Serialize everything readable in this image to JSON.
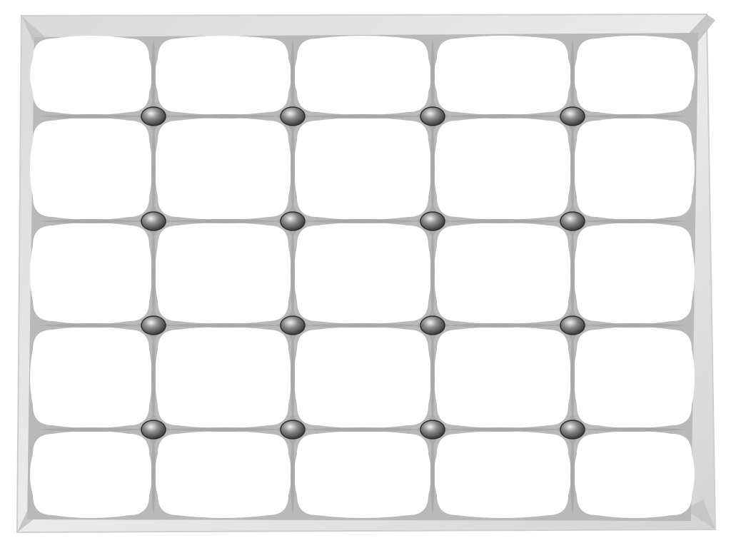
{
  "colors": {
    "background": "#ffffff",
    "frame": "#e2e2e2",
    "frame_shadow": "#c8c8c8",
    "cushion": "#ffffff",
    "crease": "#a9a9a9",
    "button_light": "#f2f2f2",
    "button_mid": "#8c8c8c",
    "button_dark": "#3a3a3a"
  },
  "tufted_panel": {
    "cushion_columns": 5,
    "cushion_rows": 5,
    "button_columns": 4,
    "button_rows": 4
  }
}
